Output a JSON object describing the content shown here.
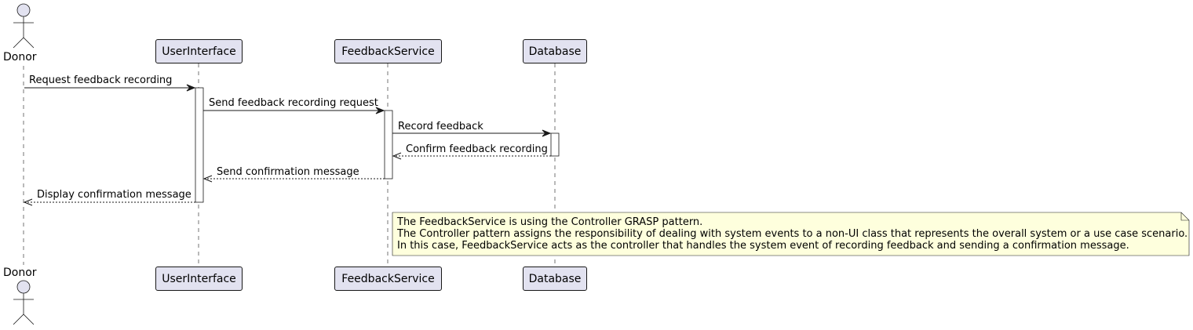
{
  "participants": [
    {
      "id": "donor",
      "label": "Donor",
      "kind": "actor"
    },
    {
      "id": "ui",
      "label": "UserInterface",
      "kind": "participant"
    },
    {
      "id": "fs",
      "label": "FeedbackService",
      "kind": "participant"
    },
    {
      "id": "db",
      "label": "Database",
      "kind": "participant"
    }
  ],
  "messages": [
    {
      "from": "donor",
      "to": "ui",
      "label": "Request feedback recording",
      "style": "sync"
    },
    {
      "from": "ui",
      "to": "fs",
      "label": "Send feedback recording request",
      "style": "sync"
    },
    {
      "from": "fs",
      "to": "db",
      "label": "Record feedback",
      "style": "sync"
    },
    {
      "from": "db",
      "to": "fs",
      "label": "Confirm feedback recording",
      "style": "return"
    },
    {
      "from": "fs",
      "to": "ui",
      "label": "Send confirmation message",
      "style": "return"
    },
    {
      "from": "ui",
      "to": "donor",
      "label": "Display confirmation message",
      "style": "return"
    }
  ],
  "note": {
    "attached_to": "fs",
    "lines": [
      "The FeedbackService is using the Controller GRASP pattern.",
      "The Controller pattern assigns the responsibility of dealing with system events to a non-UI class that represents the overall system or a use case scenario.",
      "In this case, FeedbackService acts as the controller that handles the system event of recording feedback and sending a confirmation message."
    ]
  },
  "colors": {
    "participant_fill": "#E2E2F0",
    "border": "#181818",
    "note_fill": "#FEFFDD",
    "activation_fill": "#FFFFFF",
    "background": "#FFFFFF"
  }
}
